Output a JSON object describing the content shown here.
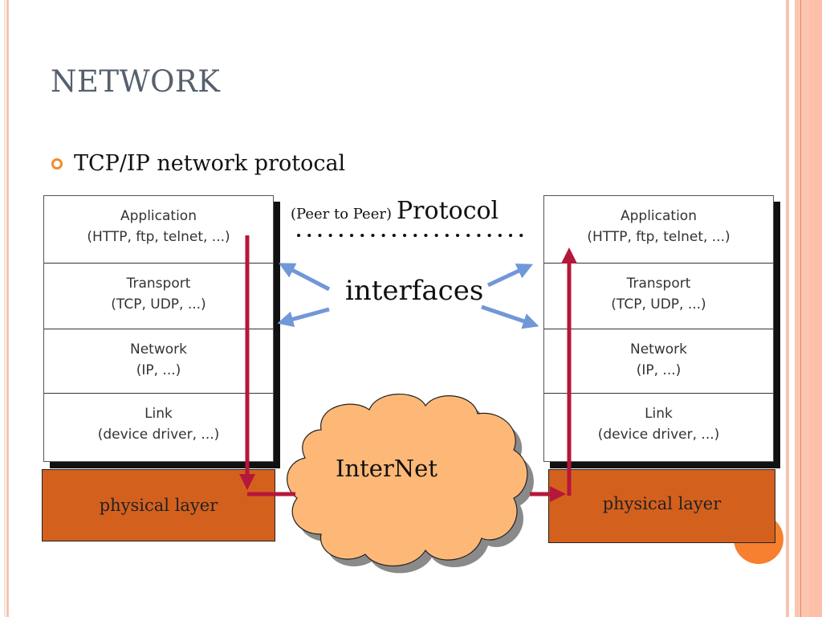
{
  "slide": {
    "title": "NETWORK",
    "bullet": "TCP/IP network protocal"
  },
  "diagram": {
    "left_stack": {
      "layers": [
        {
          "name": "Application",
          "detail": "(HTTP, ftp, telnet, ...)"
        },
        {
          "name": "Transport",
          "detail": "(TCP, UDP, ...)"
        },
        {
          "name": "Network",
          "detail": "(IP, ...)"
        },
        {
          "name": "Link",
          "detail": "(device driver, ...)"
        }
      ],
      "physical": "physical layer"
    },
    "right_stack": {
      "layers": [
        {
          "name": "Application",
          "detail": "(HTTP, ftp, telnet, ...)"
        },
        {
          "name": "Transport",
          "detail": "(TCP, UDP, ...)"
        },
        {
          "name": "Network",
          "detail": "(IP, ...)"
        },
        {
          "name": "Link",
          "detail": "(device driver, ...)"
        }
      ],
      "physical": "physical layer"
    },
    "peer_label_small": "(Peer to Peer)",
    "peer_label_big": "Protocol",
    "interfaces_label": "interfaces",
    "cloud_label": "InterNet"
  },
  "colors": {
    "title": "#56606d",
    "bullet": "#f28c2c",
    "physical_layer": "#d4601e",
    "cloud_fill": "#fdb878",
    "data_path": "#b5173a",
    "interface_arrows": "#7097d8",
    "accent_stripe": "#f9c9b4"
  }
}
